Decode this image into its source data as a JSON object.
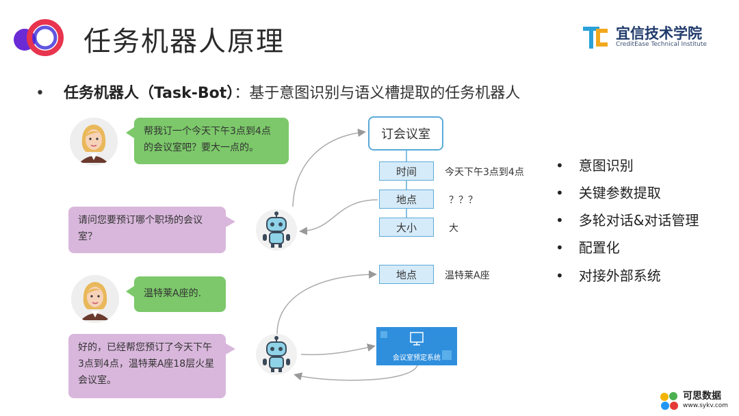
{
  "title": "任务机器人原理",
  "brand": {
    "name_cn": "宜信技术学院",
    "name_en": "CreditEase Technical Institute",
    "mark_letters": "TC"
  },
  "headline": {
    "bullet": "•",
    "term": "任务机器人（Task-Bot）",
    "description": "：基于意图识别与语义槽提取的任务机器人"
  },
  "dialog": {
    "user_1": "帮我订一个今天下午3点到4点的会议室吧？要大一点的。",
    "bot_1": "请问您要预订哪个职场的会议室？",
    "user_2": "温特莱A座的.",
    "bot_2": "好的，已经帮您预订了今天下午3点到4点，温特莱A座18层火星会议室。"
  },
  "intent": "订会议室",
  "slots": [
    {
      "name": "时间",
      "value": "今天下午3点到4点"
    },
    {
      "name": "地点",
      "value": "？？？"
    },
    {
      "name": "大小",
      "value": "大"
    }
  ],
  "filled_slot": {
    "name": "地点",
    "value": "温特莱A座"
  },
  "system_label": "会议室预定系统",
  "features": [
    "意图识别",
    "关键参数提取",
    "多轮对话&对话管理",
    "配置化",
    "对接外部系统"
  ],
  "bullet": "•",
  "watermark": {
    "text": "可思数据",
    "url": "www.sykv.com"
  },
  "colors": {
    "user_bubble": "#7cc86a",
    "bot_bubble": "#d9b7dc",
    "slot_border": "#5aaad8",
    "slot_fill": "#d6ebf9",
    "system": "#2f8fdd",
    "brand": "#1f3a6b"
  }
}
